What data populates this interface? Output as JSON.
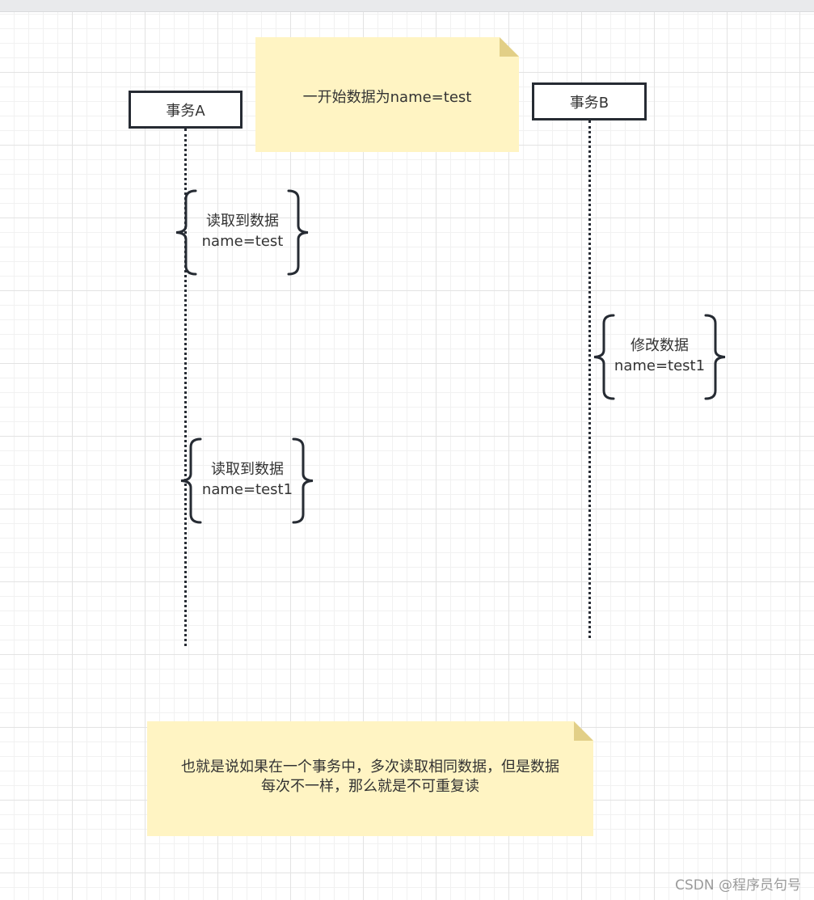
{
  "actors": {
    "a": "事务A",
    "b": "事务B"
  },
  "notes": {
    "initial": "一开始数据为name=test",
    "conclusion_line1": "也就是说如果在一个事务中，多次读取相同数据，但是数据",
    "conclusion_line2": "每次不一样，那么就是不可重复读"
  },
  "events": {
    "a_read1_line1": "读取到数据",
    "a_read1_line2": "name=test",
    "b_update_line1": "修改数据",
    "b_update_line2": "name=test1",
    "a_read2_line1": "读取到数据",
    "a_read2_line2": "name=test1"
  },
  "watermark": "CSDN @程序员句号",
  "colors": {
    "stroke": "#262b33",
    "note_fill": "#fff4c3",
    "note_fold": "#e2cf87"
  }
}
